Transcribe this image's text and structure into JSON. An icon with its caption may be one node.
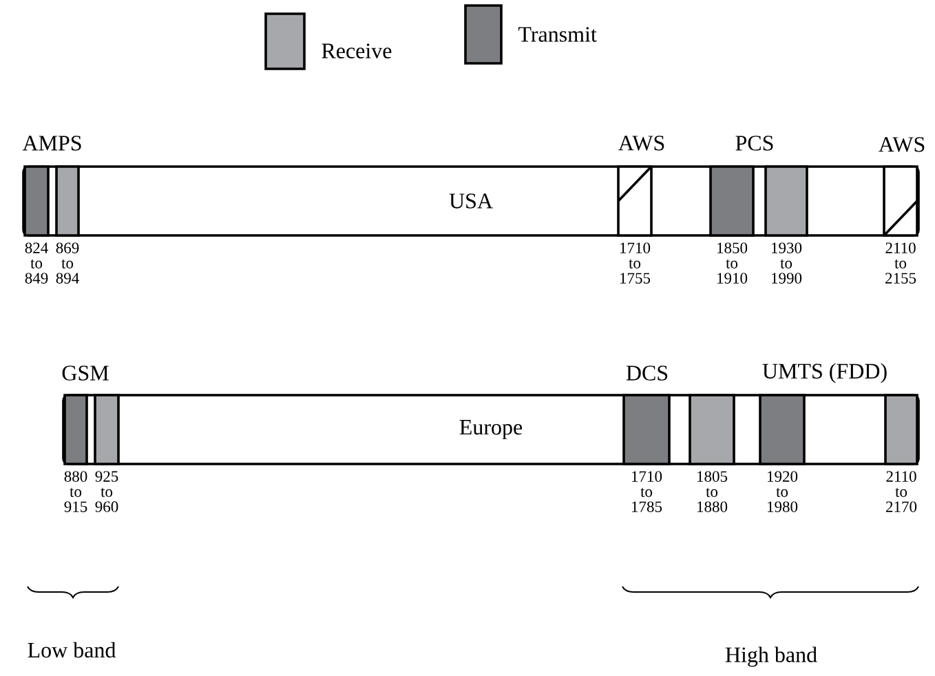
{
  "diagram": {
    "nodes": [
      {
        "text": [
          "USA"
        ]
      },
      {
        "text": [],
        "shape": "bar",
        "in": 0,
        "beside": [
          "824 to 849"
        ]
      },
      {
        "text": [],
        "shape": "bar",
        "in": 0,
        "beside": [
          "869 to 894"
        ]
      },
      {
        "text": [],
        "shape": "bar",
        "in": 0,
        "beside": [
          "1710 to 1755"
        ]
      },
      {
        "text": [],
        "shape": "bar",
        "in": 0,
        "beside": [
          "1850 to 1910"
        ]
      },
      {
        "text": [],
        "shape": "bar",
        "in": 0,
        "beside": [
          "1930 to 1990"
        ]
      },
      {
        "text": [],
        "shape": "bar",
        "in": 0,
        "beside": [
          "2110 to 2155"
        ]
      },
      {
        "text": [
          "Europe"
        ]
      },
      {
        "text": [],
        "shape": "bar",
        "in": 7,
        "beside": [
          "880 to 915"
        ]
      },
      {
        "text": [],
        "shape": "bar",
        "in": 7,
        "beside": [
          "925 to 960"
        ]
      },
      {
        "text": [],
        "shape": "bar",
        "in": 7,
        "beside": [
          "1710 to 1785"
        ]
      },
      {
        "text": [],
        "shape": "bar",
        "in": 7,
        "beside": [
          "1805 to 1880"
        ]
      },
      {
        "text": [],
        "shape": "bar",
        "in": 7,
        "beside": [
          "1920 to 1980"
        ]
      },
      {
        "text": [],
        "shape": "bar",
        "in": 7,
        "beside": [
          "2110 to 2170"
        ]
      }
    ],
    "labels": [
      "AMPS",
      "AWS",
      "PCS",
      "AWS",
      "GSM",
      "DCS",
      "UMTS (FDD)",
      "Low band",
      "High band"
    ],
    "legend": [
      {
        "text": "Receive",
        "color": "#a7a8ab"
      },
      {
        "text": "Transmit",
        "color": "#7d7e81"
      }
    ]
  }
}
